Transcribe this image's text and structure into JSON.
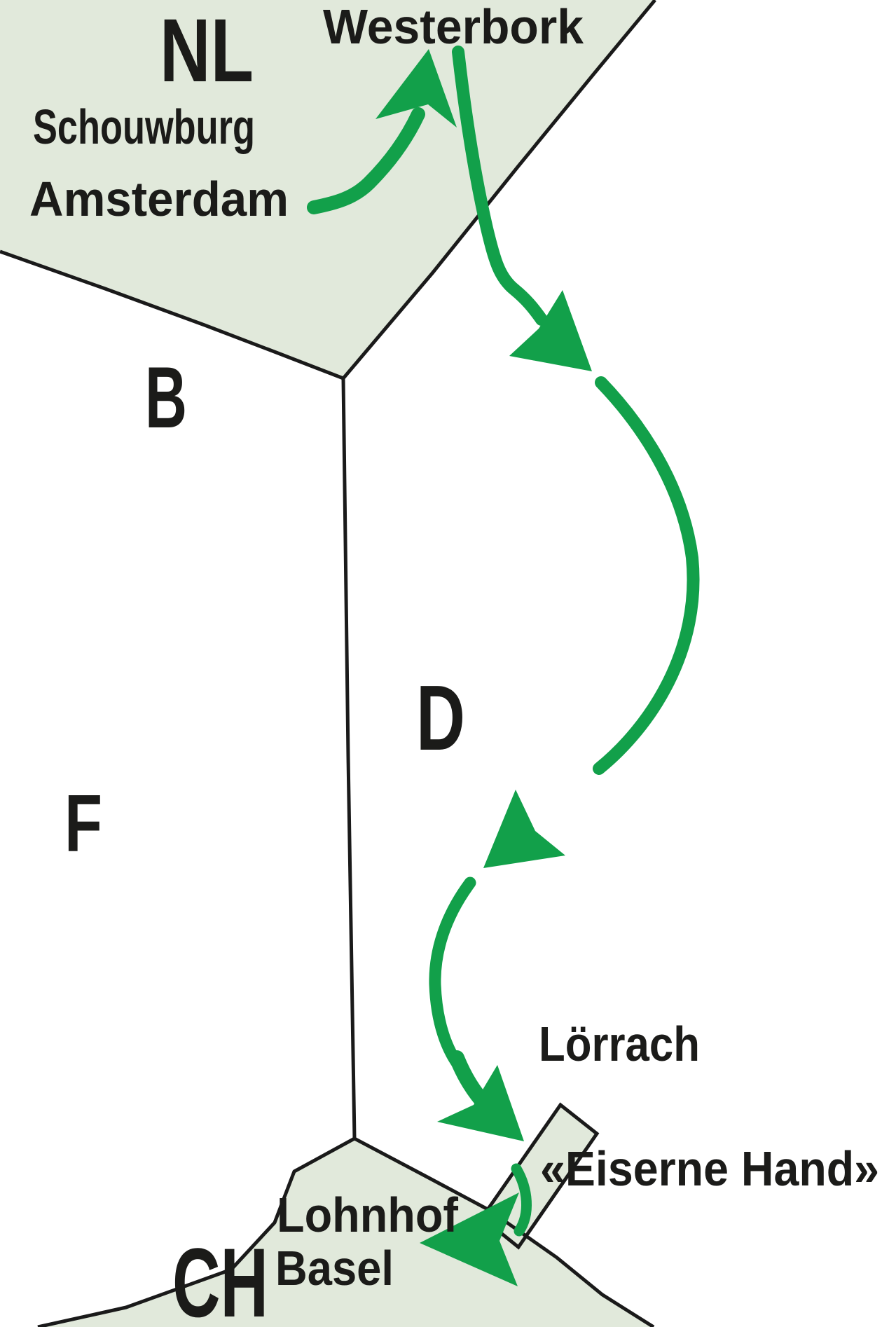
{
  "map": {
    "countries": {
      "nl": "NL",
      "b": "B",
      "d": "D",
      "f": "F",
      "ch": "CH"
    },
    "places": {
      "westerbork": "Westerbork",
      "schouwburg": "Schouwburg",
      "amsterdam": "Amsterdam",
      "lorrach": "Lörrach",
      "eiserne_hand": "«Eiserne Hand»",
      "lohnhof": "Lohnhof",
      "basel": "Basel"
    },
    "colors": {
      "background": "#ffffff",
      "region_fill": "#e1e9db",
      "border": "#1a1a1a",
      "route_green": "#12a04a",
      "text": "#1b1b19"
    }
  }
}
